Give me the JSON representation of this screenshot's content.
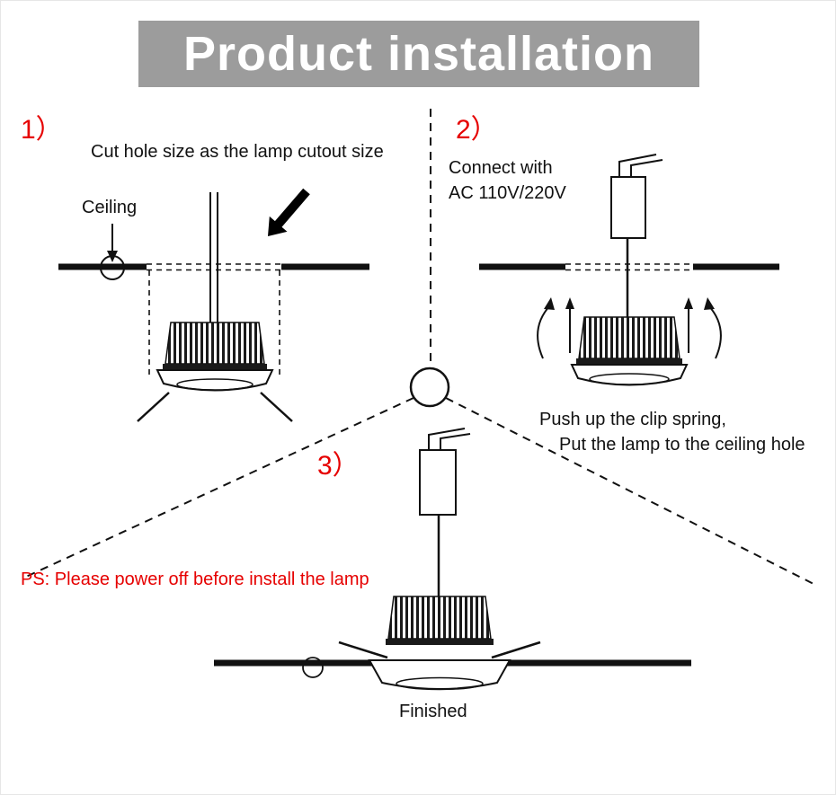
{
  "header": {
    "title": "Product installation"
  },
  "step1": {
    "number": "1）",
    "caption": "Cut hole size as the lamp cutout size",
    "ceiling_label": "Ceiling"
  },
  "step2": {
    "number": "2）",
    "connect_line1": "Connect with",
    "connect_line2": "AC 110V/220V",
    "instruction_line1": "Push up the clip spring,",
    "instruction_line2": "Put the lamp to the ceiling hole"
  },
  "step3": {
    "number": "3）",
    "warning": "PS: Please power off before install the lamp",
    "finished_label": "Finished"
  },
  "colors": {
    "header_bg": "#9c9c9c",
    "accent_red": "#e60000",
    "line": "#111111"
  }
}
